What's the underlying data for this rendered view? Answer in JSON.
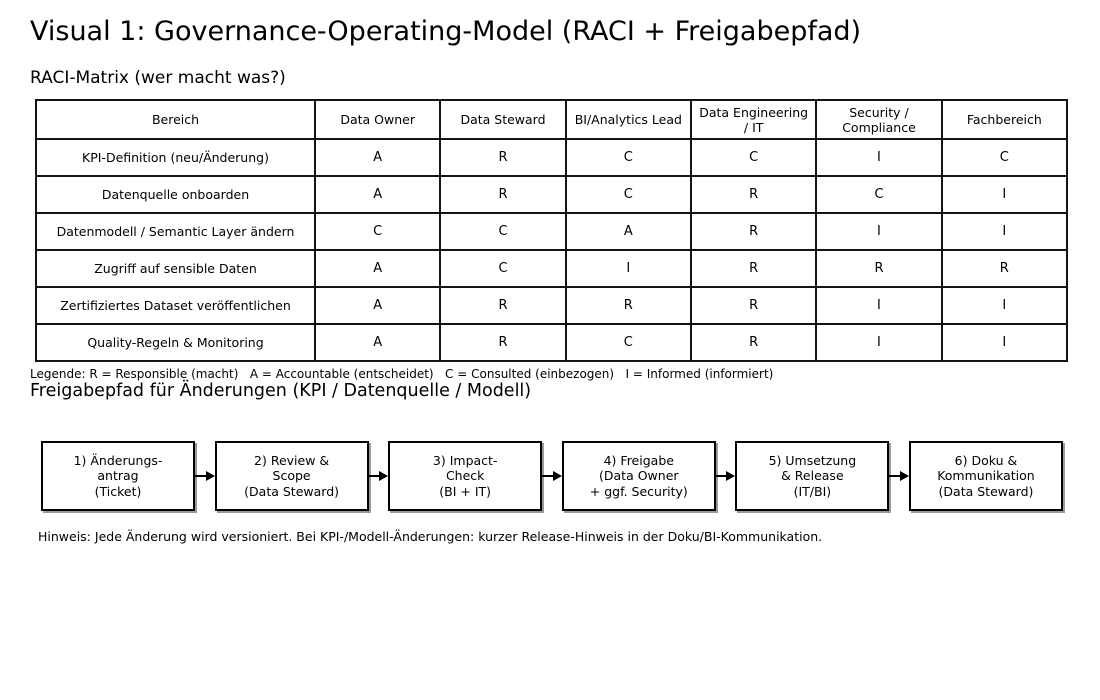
{
  "title": "Visual 1: Governance-Operating-Model (RACI + Freigabepfad)",
  "colors": {
    "ink": "#000000",
    "background": "#ffffff",
    "table_border": "#141414",
    "box_shadow": "#999999"
  },
  "raci": {
    "heading": "RACI-Matrix (wer macht was?)",
    "columns": [
      "Bereich",
      "Data Owner",
      "Data Steward",
      "BI/Analytics Lead",
      "Data Engineering / IT",
      "Security / Compliance",
      "Fachbereich"
    ],
    "rows": [
      {
        "label": "KPI-Definition (neu/Änderung)",
        "values": [
          "A",
          "R",
          "C",
          "C",
          "I",
          "C"
        ]
      },
      {
        "label": "Datenquelle onboarden",
        "values": [
          "A",
          "R",
          "C",
          "R",
          "C",
          "I"
        ]
      },
      {
        "label": "Datenmodell / Semantic Layer ändern",
        "values": [
          "C",
          "C",
          "A",
          "R",
          "I",
          "I"
        ]
      },
      {
        "label": "Zugriff auf sensible Daten",
        "values": [
          "A",
          "C",
          "I",
          "R",
          "R",
          "R"
        ]
      },
      {
        "label": "Zertifiziertes Dataset veröffentlichen",
        "values": [
          "A",
          "R",
          "R",
          "R",
          "I",
          "I"
        ]
      },
      {
        "label": "Quality-Regeln & Monitoring",
        "values": [
          "A",
          "R",
          "C",
          "R",
          "I",
          "I"
        ]
      }
    ],
    "legend": "Legende: R = Responsible (macht)   A = Accountable (entscheidet)   C = Consulted (einbezogen)   I = Informed (informiert)"
  },
  "flow": {
    "heading": "Freigabepfad für Änderungen (KPI / Datenquelle / Modell)",
    "arrow_icon": "arrow-right",
    "steps": [
      "1) Änderungs-\nantrag\n(Ticket)",
      "2) Review &\nScope\n(Data Steward)",
      "3) Impact-\nCheck\n(BI + IT)",
      "4) Freigabe\n(Data Owner\n+ ggf. Security)",
      "5) Umsetzung\n& Release\n(IT/BI)",
      "6) Doku &\nKommunikation\n(Data Steward)"
    ],
    "note": "Hinweis: Jede Änderung wird versioniert. Bei KPI-/Modell-Änderungen: kurzer Release-Hinweis in der Doku/BI-Kommunikation."
  }
}
